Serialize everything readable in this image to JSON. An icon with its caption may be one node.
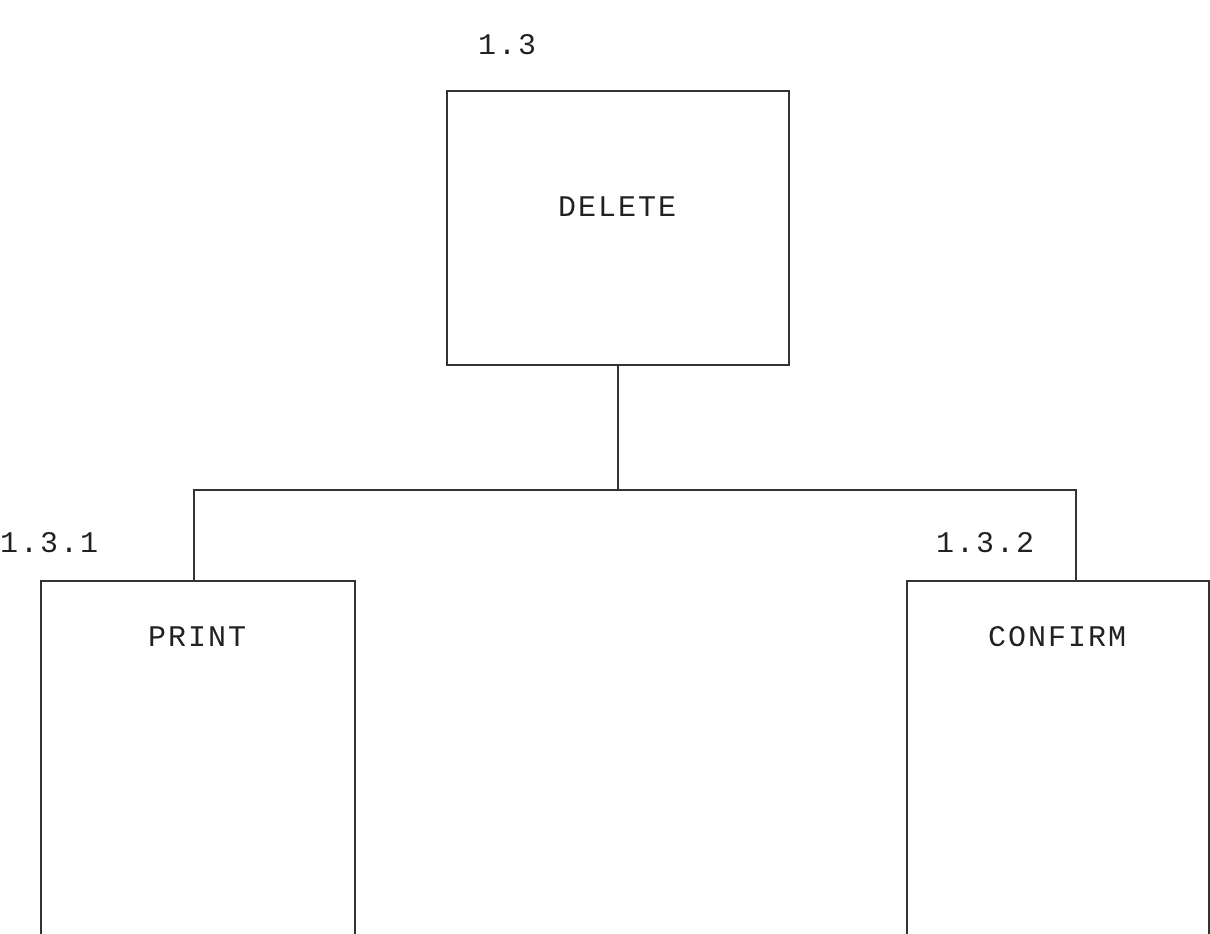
{
  "diagram": {
    "nodes": [
      {
        "text": [
          "1.3",
          "DELETE"
        ]
      },
      {
        "text": [
          "1.3.1",
          "PRINT"
        ]
      },
      {
        "text": [
          "1.3.2",
          "CONFIRM"
        ]
      }
    ],
    "edges": [
      {
        "from": 0,
        "to": 1,
        "arrow": "none"
      },
      {
        "from": 0,
        "to": 2,
        "arrow": "none"
      }
    ]
  }
}
